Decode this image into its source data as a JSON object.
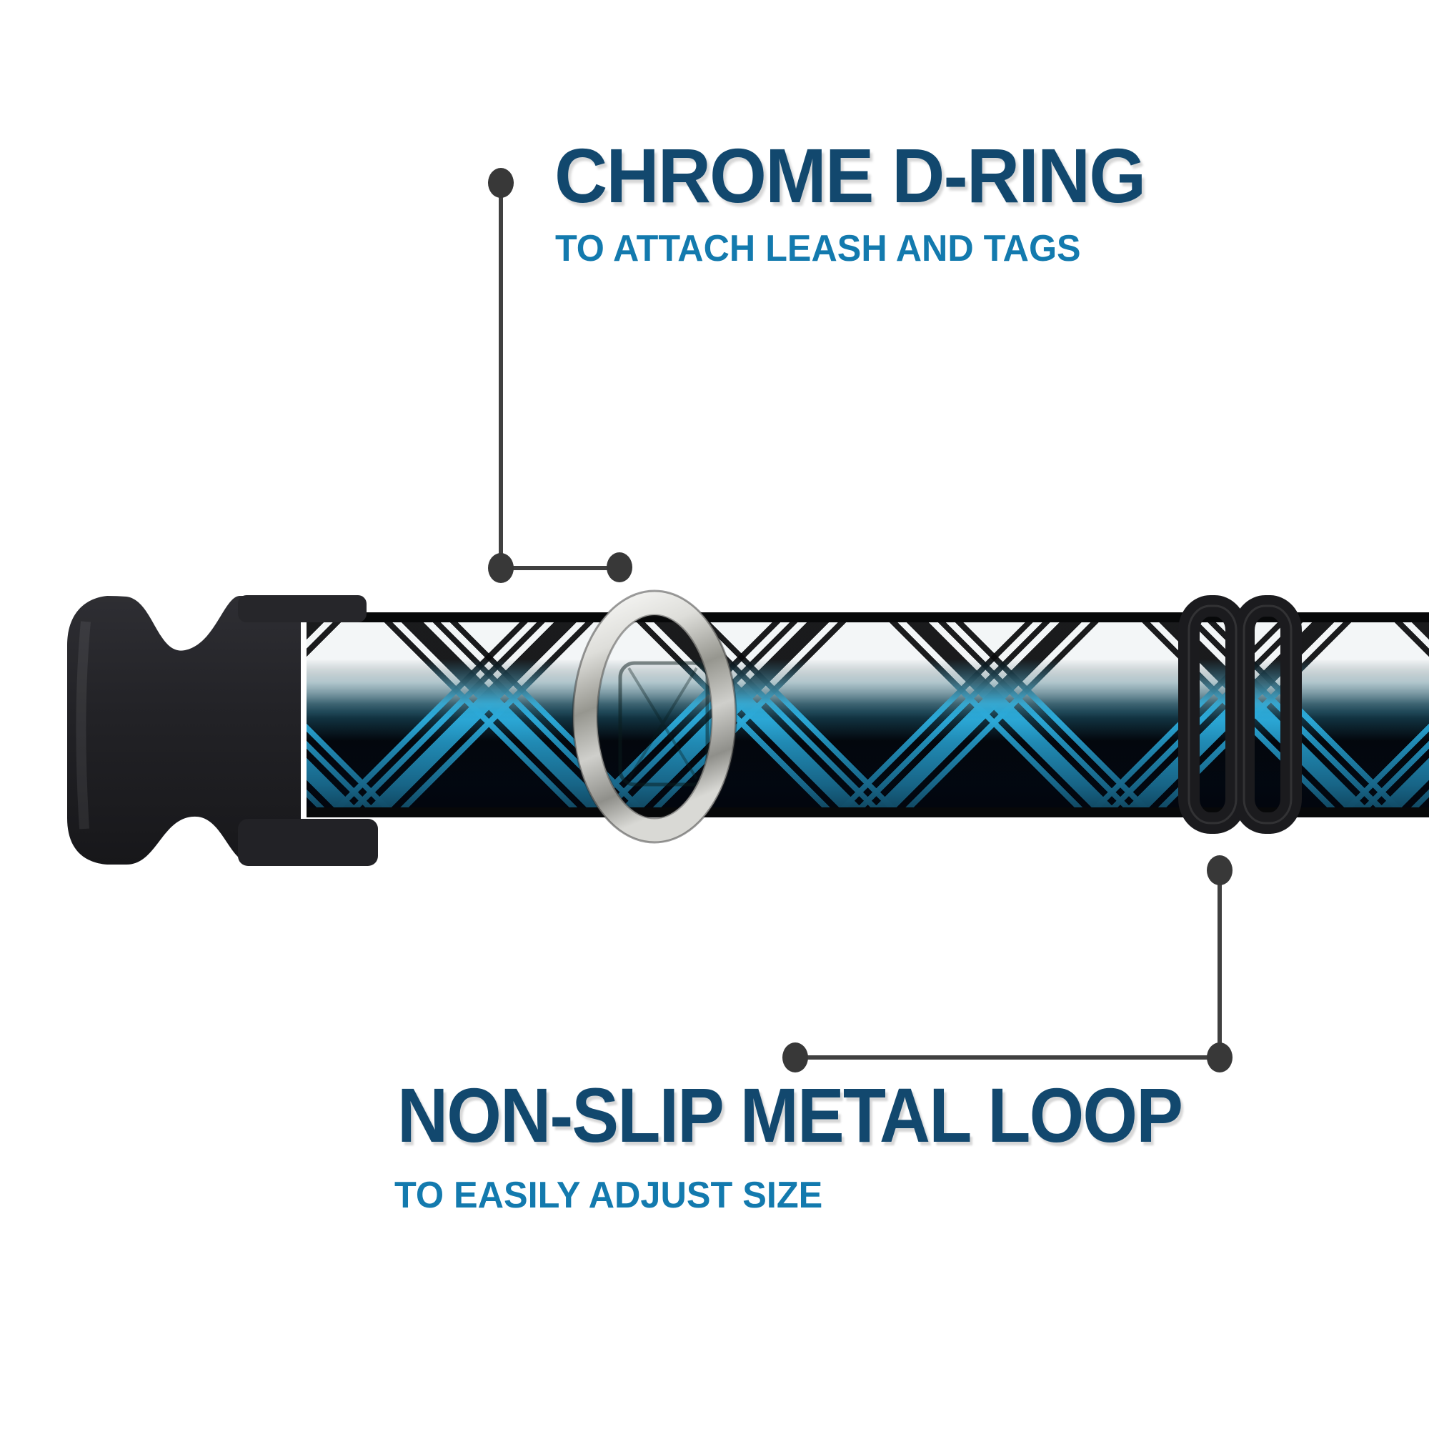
{
  "page": {
    "background": "#ffffff",
    "kind": "dog collar feature infographic"
  },
  "callouts": [
    {
      "title": "CHROME D-RING",
      "subtitle": "TO ATTACH LEASH AND TAGS"
    },
    {
      "title": "NON-SLIP METAL LOOP",
      "subtitle": "TO EASILY ADJUST SIZE"
    }
  ],
  "colors": {
    "title_text": "#12486e",
    "subtitle_text": "#137aae",
    "connector": "#3c3c3c",
    "buckle_plastic": "#232328",
    "slider_plastic": "#1b1b1e",
    "dring_chrome_light": "#f2f2f0",
    "dring_chrome_dark": "#8f8f8a",
    "strap_black": "#050607",
    "strap_stripe_blue": "#2bb5e8",
    "strap_top_white": "#f3f6f7"
  },
  "parts": [
    {
      "name": "side-release-buckle"
    },
    {
      "name": "chrome-d-ring"
    },
    {
      "name": "non-slip-metal-loop"
    },
    {
      "name": "plaid-collar-strap"
    }
  ]
}
